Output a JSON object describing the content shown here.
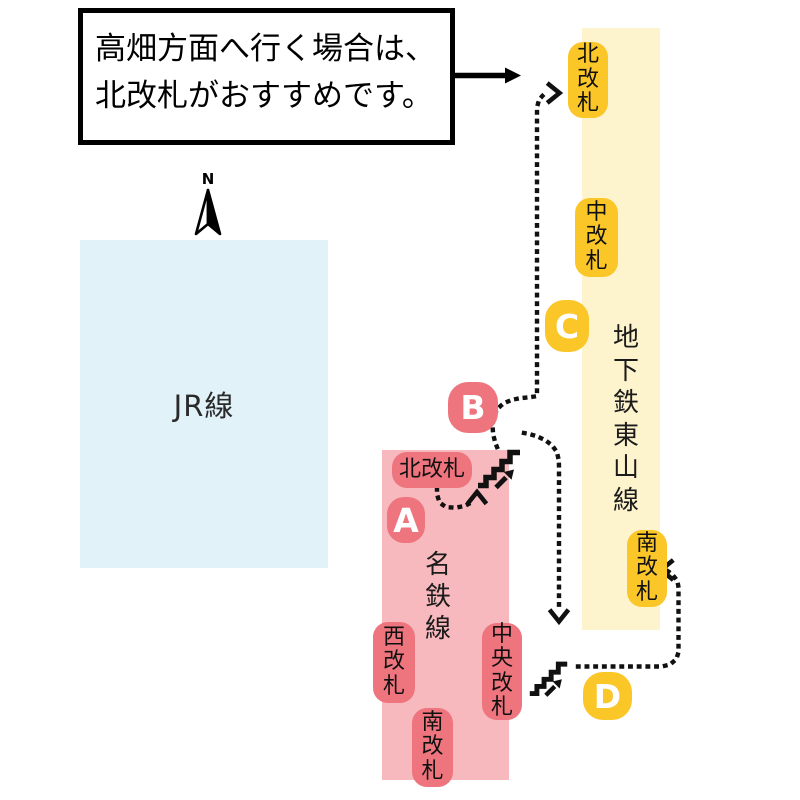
{
  "callout": {
    "line1": "高畑方面へ行く場合は、",
    "line2": "北改札がおすすめです。"
  },
  "compass": {
    "label": "N"
  },
  "jr_line": {
    "label": "JR線"
  },
  "subway_line": {
    "label": "地下鉄東山線",
    "gates": {
      "north": "北改札",
      "middle": "中改札",
      "south": "南改札"
    }
  },
  "meitetsu_line": {
    "label": "名鉄線",
    "gates": {
      "north": "北改札",
      "west": "西改札",
      "central": "中央改札",
      "south": "南改札"
    }
  },
  "route_markers": {
    "a": "A",
    "b": "B",
    "c": "C",
    "d": "D"
  },
  "colors": {
    "jr_fill": "#e1f2f8",
    "subway_fill": "#fdf3cd",
    "subway_accent": "#fbc628",
    "meitetsu_fill": "#f7b9bd",
    "meitetsu_accent": "#ee747e"
  }
}
